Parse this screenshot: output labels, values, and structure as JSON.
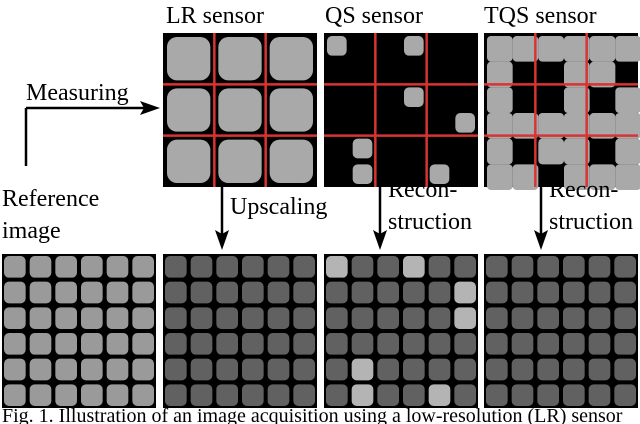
{
  "headers": {
    "lr": "LR sensor",
    "qs": "QS sensor",
    "tqs": "TQS sensor"
  },
  "labels": {
    "measuring": "Measuring",
    "reference_line1": "Reference",
    "reference_line2": "image",
    "upscaling": "Upscaling",
    "recon_qs_line1": "Recon-",
    "recon_qs_line2": "struction",
    "recon_tqs_line1": "Recon-",
    "recon_tqs_line2": "struction"
  },
  "caption": "Fig. 1.  Illustration of an image acquisition using a low-resolution (LR) sensor",
  "colors": {
    "black": "#000000",
    "tile_light": "#a9a9a9",
    "tile_mid": "#9a9a9a",
    "tile_dark": "#616161",
    "tile_bright": "#b4b4b4",
    "sensor_grid": "#d93333"
  },
  "grids": {
    "reference": {
      "description_levels": "all light",
      "levels": [
        [
          1,
          1,
          1,
          1,
          1,
          1
        ],
        [
          1,
          1,
          1,
          1,
          1,
          1
        ],
        [
          1,
          1,
          1,
          1,
          1,
          1
        ],
        [
          1,
          1,
          1,
          1,
          1,
          1
        ],
        [
          1,
          1,
          1,
          1,
          1,
          1
        ],
        [
          1,
          1,
          1,
          1,
          1,
          1
        ]
      ]
    },
    "upscaled": {
      "levels": [
        [
          0,
          0,
          0,
          0,
          0,
          0
        ],
        [
          0,
          0,
          0,
          0,
          0,
          0
        ],
        [
          0,
          0,
          0,
          0,
          0,
          0
        ],
        [
          0,
          0,
          0,
          0,
          0,
          0
        ],
        [
          0,
          0,
          0,
          0,
          0,
          0
        ],
        [
          0,
          0,
          0,
          0,
          0,
          0
        ]
      ]
    },
    "qs_reconstruction": {
      "levels": [
        [
          2,
          0,
          0,
          2,
          0,
          0
        ],
        [
          0,
          0,
          0,
          0,
          0,
          2
        ],
        [
          0,
          0,
          0,
          0,
          0,
          2
        ],
        [
          0,
          0,
          0,
          0,
          0,
          0
        ],
        [
          0,
          2,
          0,
          0,
          0,
          0
        ],
        [
          0,
          2,
          0,
          0,
          2,
          0
        ]
      ]
    },
    "tqs_reconstruction": {
      "levels": [
        [
          0,
          0,
          0,
          0,
          0,
          0
        ],
        [
          0,
          0,
          0,
          0,
          0,
          0
        ],
        [
          0,
          0,
          0,
          0,
          0,
          0
        ],
        [
          0,
          0,
          0,
          0,
          0,
          0
        ],
        [
          0,
          0,
          0,
          0,
          0,
          0
        ],
        [
          0,
          0,
          0,
          0,
          0,
          0
        ]
      ]
    },
    "qs_sensor_mask": [
      [
        1,
        0,
        0,
        1,
        0,
        0
      ],
      [
        0,
        0,
        0,
        0,
        0,
        0
      ],
      [
        0,
        0,
        0,
        1,
        0,
        0
      ],
      [
        0,
        0,
        0,
        0,
        0,
        1
      ],
      [
        0,
        1,
        0,
        0,
        0,
        0
      ],
      [
        0,
        1,
        0,
        0,
        1,
        0
      ]
    ]
  }
}
